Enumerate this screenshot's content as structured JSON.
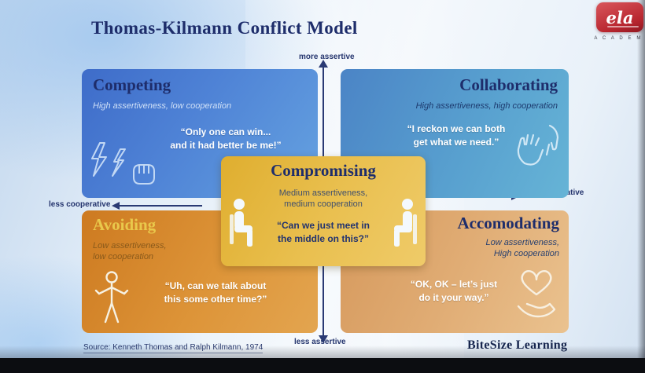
{
  "slide": {
    "title": "Thomas-Kilmann Conflict Model",
    "source": "Source: Kenneth Thomas and Ralph Kilmann, 1974",
    "brand": "BiteSize Learning"
  },
  "logo": {
    "name": "ela",
    "academy": "A C A D E M"
  },
  "axes": {
    "top": "more assertive",
    "bottom": "less assertive",
    "left": "less cooperative",
    "right": "more cooperative"
  },
  "quadrants": {
    "competing": {
      "title": "Competing",
      "subtitle": "High assertiveness, low cooperation",
      "quote": "“Only one can win...\nand it had better be me!”"
    },
    "collaborating": {
      "title": "Collaborating",
      "subtitle": "High assertiveness, high cooperation",
      "quote": "“I reckon we can both\nget what we need.”"
    },
    "compromising": {
      "title": "Compromising",
      "subtitle": "Medium assertiveness,\nmedium cooperation",
      "quote": "“Can we just meet in\nthe middle on this?”"
    },
    "avoiding": {
      "title": "Avoiding",
      "subtitle": "Low assertiveness,\nlow cooperation",
      "quote": "“Uh, can we talk about\nthis some other time?”"
    },
    "accommodating": {
      "title": "Accomodating",
      "subtitle": "Low assertiveness,\nHigh cooperation",
      "quote": "“OK, OK – let’s just\ndo it your way.”"
    }
  },
  "colors": {
    "competing_blue": "#4576d0",
    "collaborating_blue": "#56a0cf",
    "avoiding_orange": "#d88a2c",
    "accommodating_peach": "#e0ab72",
    "compromising_gold": "#e6ba45",
    "title_navy": "#1e2d6b",
    "logo_red": "#b8262f"
  }
}
